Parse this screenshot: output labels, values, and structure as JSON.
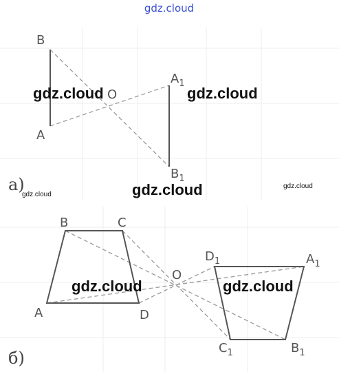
{
  "watermarks": {
    "top": "gdz.cloud",
    "a_left": "gdz.cloud",
    "a_right": "gdz.cloud",
    "a_center": "gdz.cloud",
    "a_small_left": "gdz.cloud",
    "a_small_right": "gdz.cloud",
    "b_left": "gdz.cloud",
    "b_right": "gdz.cloud"
  },
  "part_a": {
    "caption": "а)",
    "labels": {
      "B": "B",
      "O": "O",
      "A": "A",
      "A1_letter": "A",
      "A1_sub": "1",
      "B1_letter": "B",
      "B1_sub": "1"
    }
  },
  "part_b": {
    "caption": "б)",
    "labels": {
      "B": "B",
      "C": "C",
      "A": "A",
      "D": "D",
      "O": "O",
      "D1_letter": "D",
      "D1_sub": "1",
      "A1_letter": "A",
      "A1_sub": "1",
      "C1_letter": "C",
      "C1_sub": "1",
      "B1_letter": "B",
      "B1_sub": "1"
    }
  },
  "colors": {
    "solid_line": "#555555",
    "dashed_line": "#999999",
    "watermark_top": "#3a4fd0"
  }
}
